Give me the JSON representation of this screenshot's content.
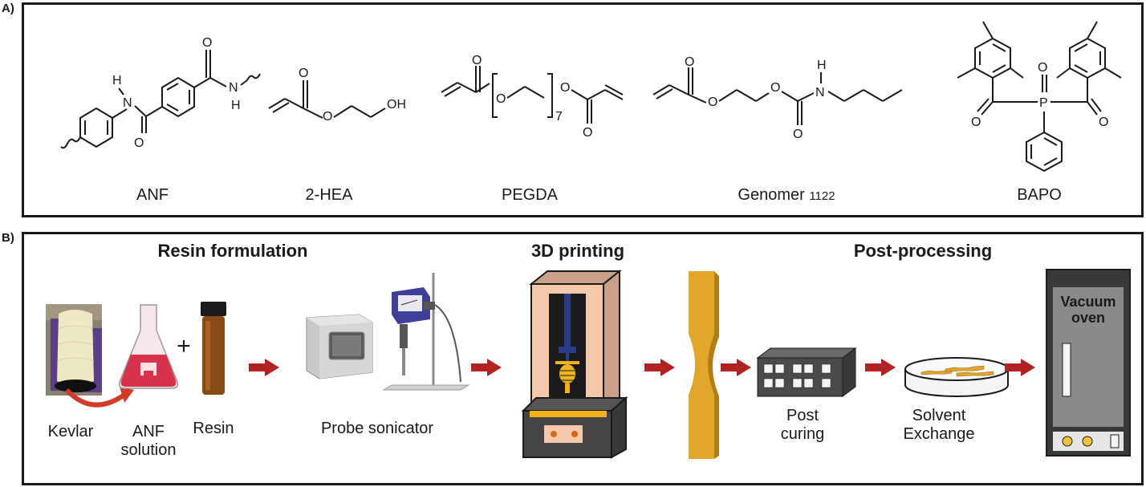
{
  "panel_a": {
    "letter": "A)",
    "compounds": [
      {
        "name": "ANF"
      },
      {
        "name": "2-HEA"
      },
      {
        "name": "PEGDA",
        "repeat_subscript": "7"
      },
      {
        "name_main": "Genomer",
        "name_suffix": "1122"
      },
      {
        "name": "BAPO"
      }
    ],
    "atom_labels": {
      "oxygen": "O",
      "nitrogen": "N",
      "hydrogen": "H",
      "hydroxyl": "OH",
      "phosphorus": "P"
    }
  },
  "panel_b": {
    "letter": "B)",
    "sections": {
      "resin_formulation": "Resin formulation",
      "printing": "3D printing",
      "post_processing": "Post-processing"
    },
    "labels": {
      "kevlar": "Kevlar",
      "anf_solution_line1": "ANF",
      "anf_solution_line2": "solution",
      "resin": "Resin",
      "plus": "+",
      "probe_sonicator": "Probe sonicator",
      "post_curing_line1": "Post",
      "post_curing_line2": "curing",
      "solvent_line1": "Solvent",
      "solvent_line2": "Exchange",
      "oven_line1": "Vacuum",
      "oven_line2": "oven"
    },
    "colors": {
      "arrow": "#b22222",
      "specimen": "#e2a72a",
      "flask_liquid": "#d8334a",
      "vial": "#8a4a14"
    }
  }
}
